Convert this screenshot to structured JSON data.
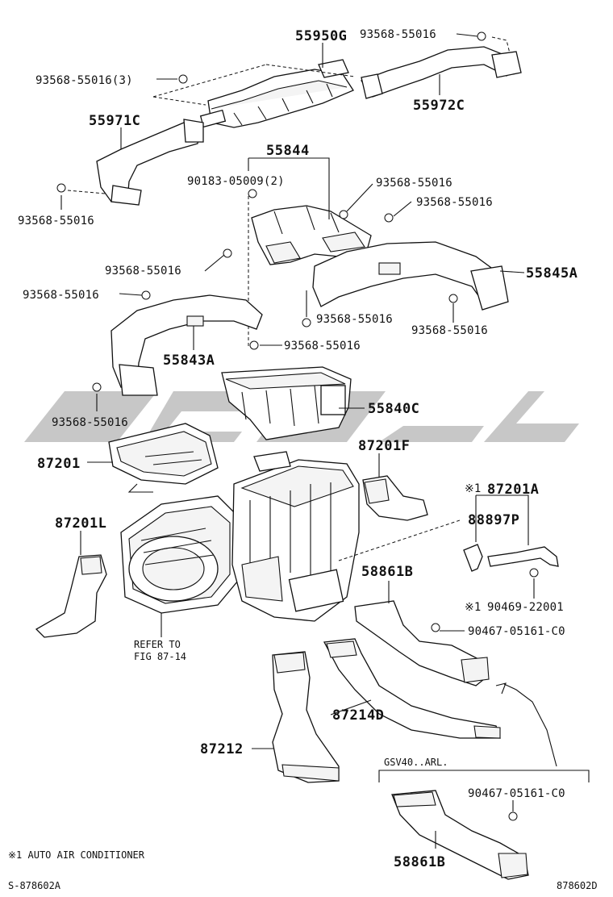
{
  "watermark": {
    "color": "#bdbdbd"
  },
  "parts": {
    "p55950G": "55950G",
    "p93568_top_right": "93568-55016",
    "p93568_3": "93568-55016(3)",
    "p55972C": "55972C",
    "p55971C": "55971C",
    "p93568_left1": "93568-55016",
    "p55844": "55844",
    "p90183": "90183-05009(2)",
    "p93568_mid1": "93568-55016",
    "p93568_mid2": "93568-55016",
    "p93568_mid3": "93568-55016",
    "p55845A": "55845A",
    "p93568_left2": "93568-55016",
    "p93568_mid4": "93568-55016",
    "p93568_mid5": "93568-55016",
    "p55843A": "55843A",
    "p93568_mid6": "93568-55016",
    "p93568_left3": "93568-55016",
    "p55840C": "55840C",
    "p87201": "87201",
    "p87201F": "87201F",
    "p87201A": "87201A",
    "p87201A_mark": "※1",
    "p88897P": "88897P",
    "p87201L": "87201L",
    "p90469": "90469-22001",
    "p90469_mark": "※1",
    "p58861B_top": "58861B",
    "p90467_top": "90467-05161-C0",
    "refer_line1": "REFER TO",
    "refer_line2": "FIG 87-14",
    "p87214D": "87214D",
    "p87212": "87212",
    "gsv_note": "GSV40..ARL.",
    "p90467_bottom": "90467-05161-C0",
    "p58861B_bottom": "58861B"
  },
  "footnote": "※1 AUTO AIR CONDITIONER",
  "footer": {
    "left_code": "S-878602A",
    "right_code": "878602D"
  }
}
